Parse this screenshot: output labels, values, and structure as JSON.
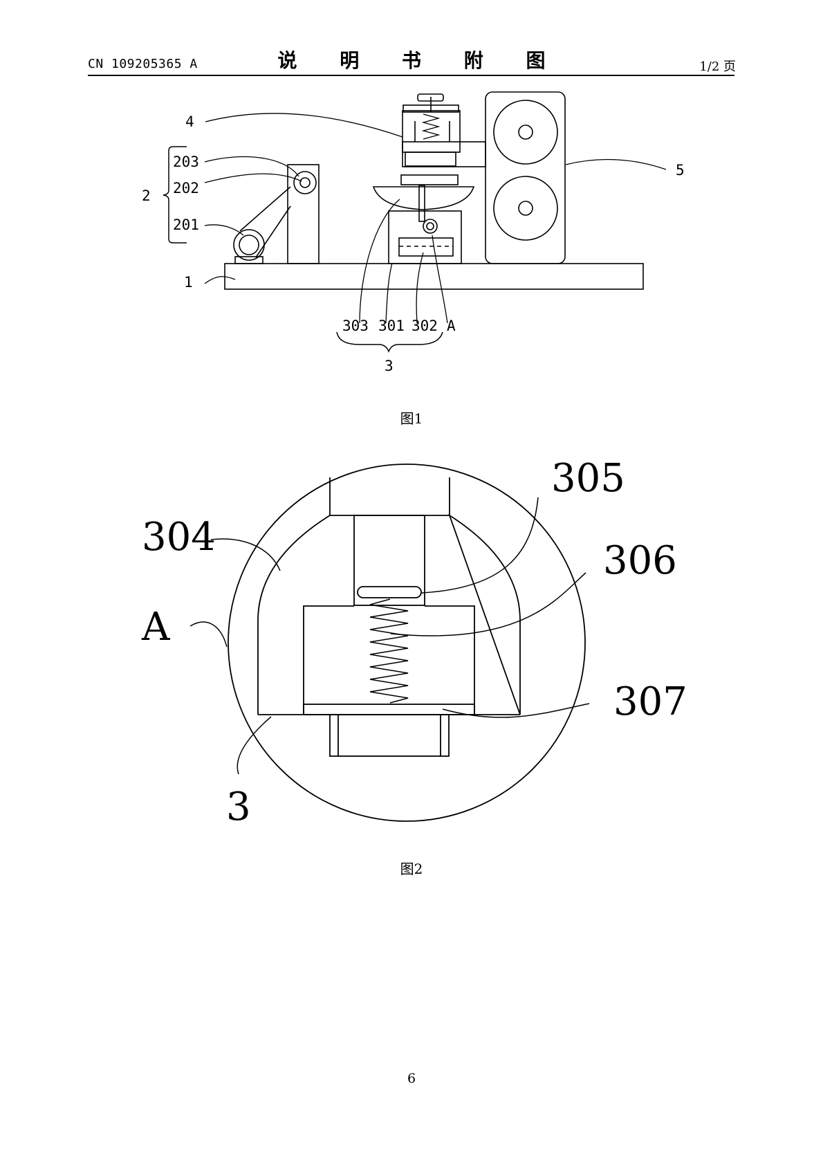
{
  "header": {
    "doc_number": "CN 109205365 A",
    "title": "说 明 书 附 图",
    "page_of": "1/2 页"
  },
  "figure1": {
    "caption": "图1",
    "labels": {
      "l4": "4",
      "l5": "5",
      "l2": "2",
      "l203": "203",
      "l202": "202",
      "l201": "201",
      "l1": "1",
      "l303": "303",
      "l301": "301",
      "l302": "302",
      "lA": "A",
      "l3": "3"
    }
  },
  "figure2": {
    "caption": "图2",
    "labels": {
      "l305": "305",
      "l304": "304",
      "l306": "306",
      "lA": "A",
      "l307": "307",
      "l3": "3"
    }
  },
  "footer": {
    "page_number": "6"
  }
}
